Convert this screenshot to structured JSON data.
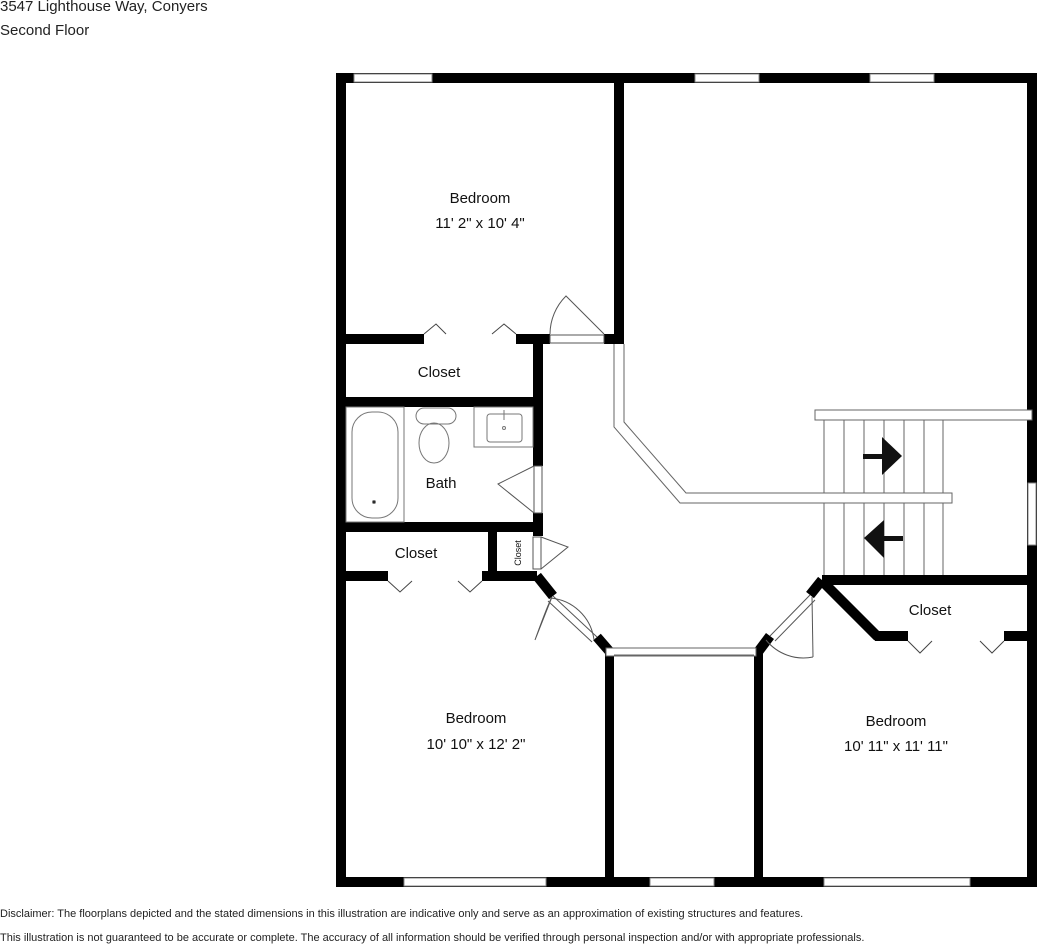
{
  "header": {
    "address": "3547 Lighthouse Way, Conyers",
    "floor": "Second Floor"
  },
  "rooms": [
    {
      "name": "Bedroom",
      "dimensions": "11' 2\" x 10' 4\""
    },
    {
      "name": "Closet"
    },
    {
      "name": "Bath"
    },
    {
      "name": "Closet"
    },
    {
      "name": "Closet"
    },
    {
      "name": "Bedroom",
      "dimensions": "10' 10\" x 12' 2\""
    },
    {
      "name": "Closet"
    },
    {
      "name": "Bedroom",
      "dimensions": "10' 11\" x 11' 11\""
    }
  ],
  "disclaimer": {
    "line1": "Disclaimer: The floorplans depicted and the stated dimensions in this illustration are indicative only and serve as an approximation of existing structures and features.",
    "line2": "This illustration is not guaranteed to be accurate or complete. The accuracy of all information should be verified through personal inspection and/or with appropriate professionals."
  },
  "colors": {
    "wall": "#000000",
    "background": "#ffffff",
    "fixture_line": "#777777"
  }
}
